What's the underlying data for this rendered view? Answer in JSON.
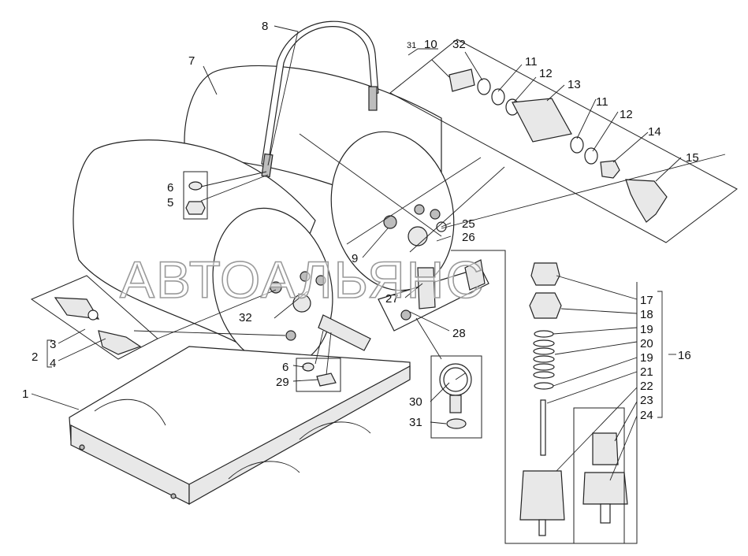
{
  "watermark": "АВТОАЛЬЯНС",
  "callouts": {
    "c1": "1",
    "c2": "2",
    "c3": "3",
    "c4": "4",
    "c5": "5",
    "c6a": "6",
    "c6b": "6",
    "c7": "7",
    "c8": "8",
    "c9": "9",
    "c10": "10",
    "c11a": "11",
    "c11b": "11",
    "c12a": "12",
    "c12b": "12",
    "c13": "13",
    "c14": "14",
    "c15": "15",
    "c16": "16",
    "c17": "17",
    "c18": "18",
    "c19a": "19",
    "c19b": "19",
    "c20": "20",
    "c21": "21",
    "c22": "22",
    "c23": "23",
    "c24": "24",
    "c25": "25",
    "c26": "26",
    "c27": "27",
    "c28": "28",
    "c29": "29",
    "c30": "30",
    "c31a": "31",
    "c31b": "31",
    "c32a": "32",
    "c32b": "32"
  }
}
